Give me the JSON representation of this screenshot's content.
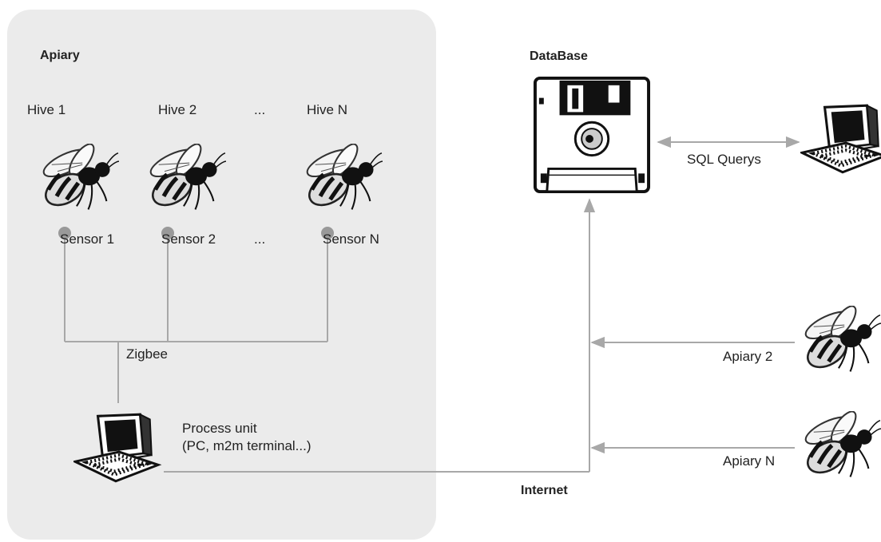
{
  "apiary": {
    "title": "Apiary",
    "hives": [
      "Hive 1",
      "Hive 2",
      "...",
      "Hive N"
    ],
    "sensors": [
      "Sensor 1",
      "Sensor 2",
      "...",
      "Sensor N"
    ],
    "network_label": "Zigbee",
    "process_unit": {
      "line1": "Process unit",
      "line2": "(PC, m2m terminal...)"
    }
  },
  "database": {
    "title": "DataBase"
  },
  "sql_label": "SQL Querys",
  "internet_label": "Internet",
  "other_apiaries": [
    "Apiary 2",
    "Apiary N"
  ],
  "icons": {
    "bee": "bee-icon",
    "computer": "computer-icon",
    "floppy": "floppy-disk-icon",
    "sensor": "sensor-dot-icon"
  },
  "colors": {
    "panel": "#ebebeb",
    "wire": "#a8a8a8",
    "sensor": "#999999",
    "text": "#222222"
  }
}
